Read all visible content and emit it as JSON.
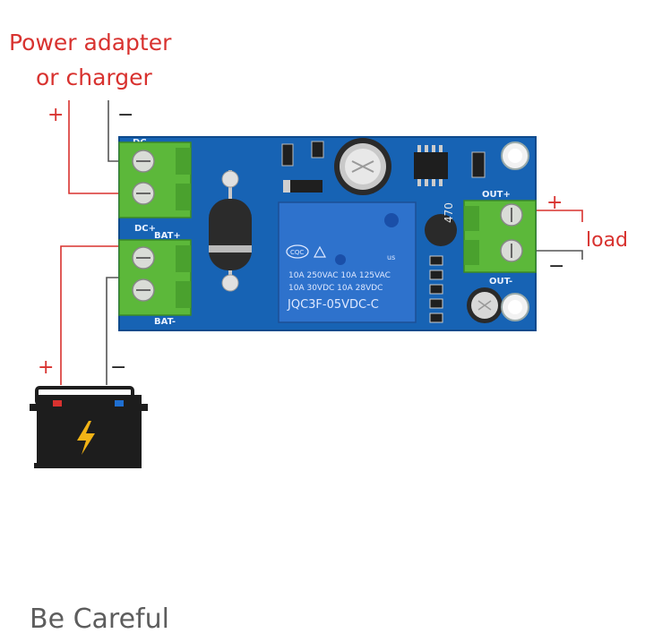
{
  "labels": {
    "adapter_line1": "Power adapter",
    "adapter_line2": "or charger",
    "load": "load",
    "adapter_plus": "+",
    "adapter_minus": "−",
    "battery_plus": "+",
    "battery_minus": "−",
    "load_plus": "+",
    "load_minus": "−"
  },
  "board": {
    "dc_plus": "DC+",
    "dc_minus": "DC-",
    "bat_plus": "BAT+",
    "bat_minus": "BAT-",
    "out_plus": "OUT+",
    "out_minus": "OUT-",
    "relay_brand": "CQC",
    "relay_line1": "10A 250VAC 10A 125VAC",
    "relay_line2": "10A  30VDC 10A  28VDC",
    "relay_model": "JQC3F-05VDC-C",
    "relay_us": "us",
    "inductor": "470"
  },
  "footer": {
    "text": "Be Careful"
  },
  "colors": {
    "annotation": "#d8322f",
    "pcb": "#1763b4",
    "relay": "#2e72cc",
    "terminal": "#5cb83a"
  }
}
